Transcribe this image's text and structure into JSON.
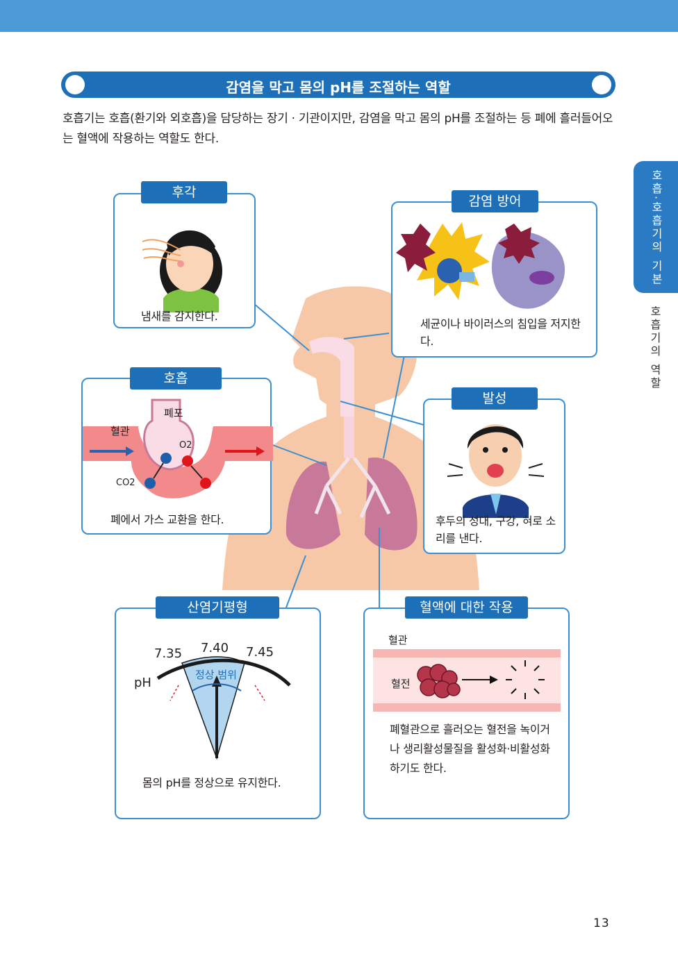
{
  "header": {
    "banner_color": "#4b9ad6"
  },
  "title": "감염을 막고 몸의 pH를 조절하는 역할",
  "intro": "호흡기는 호흡(환기와 외호흡)을 담당하는 장기 · 기관이지만, 감염을 막고 몸의 pH를 조절하는 등 폐에 흘러들어오는 혈액에 작용하는 역할도 한다.",
  "side_tab": {
    "active": "호흡·호흡기의 기본",
    "sub": "호흡기의 역할"
  },
  "sections": {
    "smell": {
      "label": "후각",
      "text": "냄새를 감지한다."
    },
    "defense": {
      "label": "감염 방어",
      "text": "세균이나 바이러스의 침입을 저지한다."
    },
    "breathing": {
      "label": "호흡",
      "text": "폐에서 가스 교환을 한다.",
      "alveolus": "폐포",
      "vessel": "혈관",
      "o2": "O2",
      "co2": "CO2"
    },
    "voice": {
      "label": "발성",
      "text": "후두의 성대, 구강, 혀로 소리를 낸다."
    },
    "acidbase": {
      "label": "산염기평형",
      "text": "몸의 pH를 정상으로 유지한다.",
      "ph_label": "pH",
      "ticks": [
        "7.35",
        "7.40",
        "7.45"
      ],
      "range_label": "정상 범위"
    },
    "blood": {
      "label": "혈액에 대한 작용",
      "vessel": "혈관",
      "clot": "혈전",
      "text": "폐혈관으로 흘러오는 혈전을 녹이거나 생리활성물질을 활성화·비활성화하기도 한다."
    }
  },
  "page_number": "13",
  "colors": {
    "accent": "#1d6fb8",
    "border": "#3b8fd0",
    "skin": "#f7c8a8",
    "lung": "#c8799a"
  }
}
